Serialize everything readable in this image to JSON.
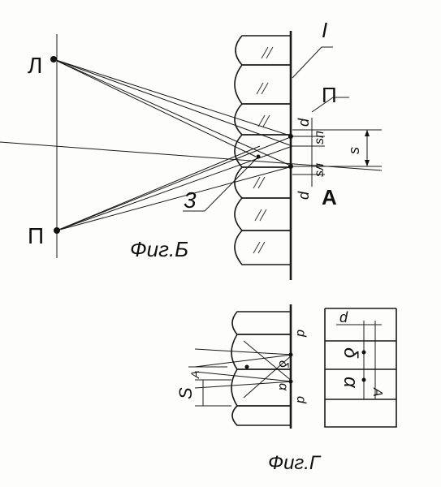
{
  "labels": {
    "L": "Л",
    "P_left": "П",
    "one": "I",
    "P_right": "П",
    "d_top": "d",
    "sn": "sп",
    "s": "s",
    "sl": "sл",
    "d_bottom": "d",
    "A": "A",
    "three": "3",
    "fig_b": "Фиг.Б",
    "fig_g_A": "A",
    "fig_g_S": "S",
    "fig_g_d1": "d",
    "fig_g_delta": "δ",
    "fig_g_alpha": "α",
    "fig_g_d2": "d",
    "fig_g_cap": "Фиг.Г",
    "fig_g_right_d": "d",
    "fig_g_right_delta": "δ",
    "fig_g_right_alpha": "α",
    "fig_g_right_A": "A"
  }
}
